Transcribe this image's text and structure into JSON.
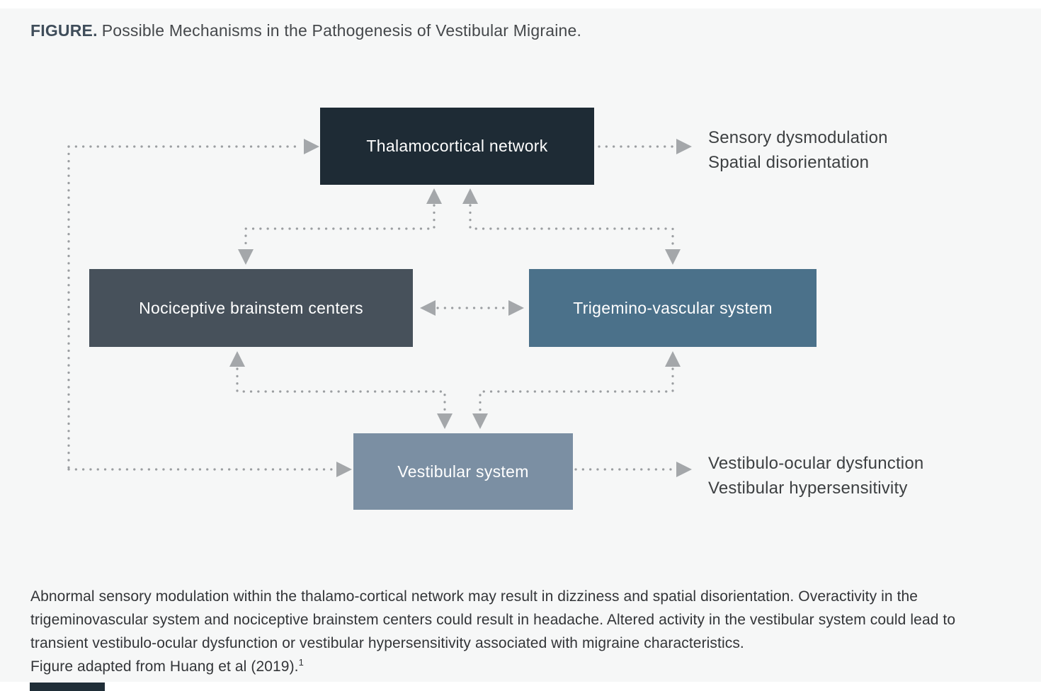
{
  "figure": {
    "title_label": "FIGURE.",
    "title_text": "Possible Mechanisms in the Pathogenesis of Vestibular Migraine."
  },
  "nodes": {
    "thalamocortical": {
      "label": "Thalamocortical network",
      "color": "#1e2b35"
    },
    "nociceptive": {
      "label": "Nociceptive brainstem centers",
      "color": "#47515b"
    },
    "trigeminovascular": {
      "label": "Trigemino-vascular system",
      "color": "#4b718a"
    },
    "vestibular": {
      "label": "Vestibular system",
      "color": "#7b8fa3"
    }
  },
  "outcomes": {
    "top": {
      "line1": "Sensory dysmodulation",
      "line2": "Spatial disorientation"
    },
    "bottom": {
      "line1": "Vestibulo-ocular dysfunction",
      "line2": "Vestibular hypersensitivity"
    }
  },
  "caption": {
    "line1": "Abnormal sensory modulation within the thalamo-cortical network may result in dizziness and spatial disorientation. Overactivity in the",
    "line2": "trigeminovascular system and nociceptive brainstem centers could result in headache. Altered activity in the vestibular system could lead to",
    "line3": "transient vestibulo-ocular dysfunction or vestibular hypersensitivity associated with migraine characteristics.",
    "line4": "Figure adapted from Huang et al (2019).",
    "reference_superscript": "1"
  },
  "connections": [
    "vestibular <-> thalamocortical (left loop)",
    "thalamocortical <-> nociceptive",
    "thalamocortical <-> trigeminovascular",
    "nociceptive <-> trigeminovascular",
    "nociceptive <-> vestibular",
    "trigeminovascular <-> vestibular",
    "thalamocortical -> outcomes top",
    "vestibular -> outcomes bottom"
  ],
  "colors": {
    "panel_background": "#f6f7f7",
    "dotted_line": "#9b9ea1",
    "arrowhead": "#a4a7aa",
    "title_label": "#3f4d5a",
    "body_text": "#333538"
  }
}
